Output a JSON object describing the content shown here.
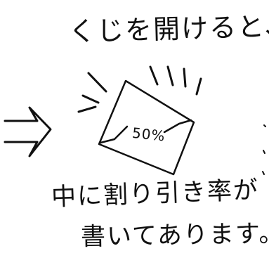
{
  "caption": {
    "line1": "くじを開けると、",
    "line2": "中に割り引き率が",
    "line3": "書いてあります。"
  },
  "ticket": {
    "discount_text": "50%"
  },
  "colors": {
    "ink": "#111111",
    "paper": "#ffffff"
  },
  "icons": {
    "arrow": "double-arrow-right-icon",
    "ticket": "lottery-ticket-icon",
    "rays": "shine-lines-icon"
  }
}
